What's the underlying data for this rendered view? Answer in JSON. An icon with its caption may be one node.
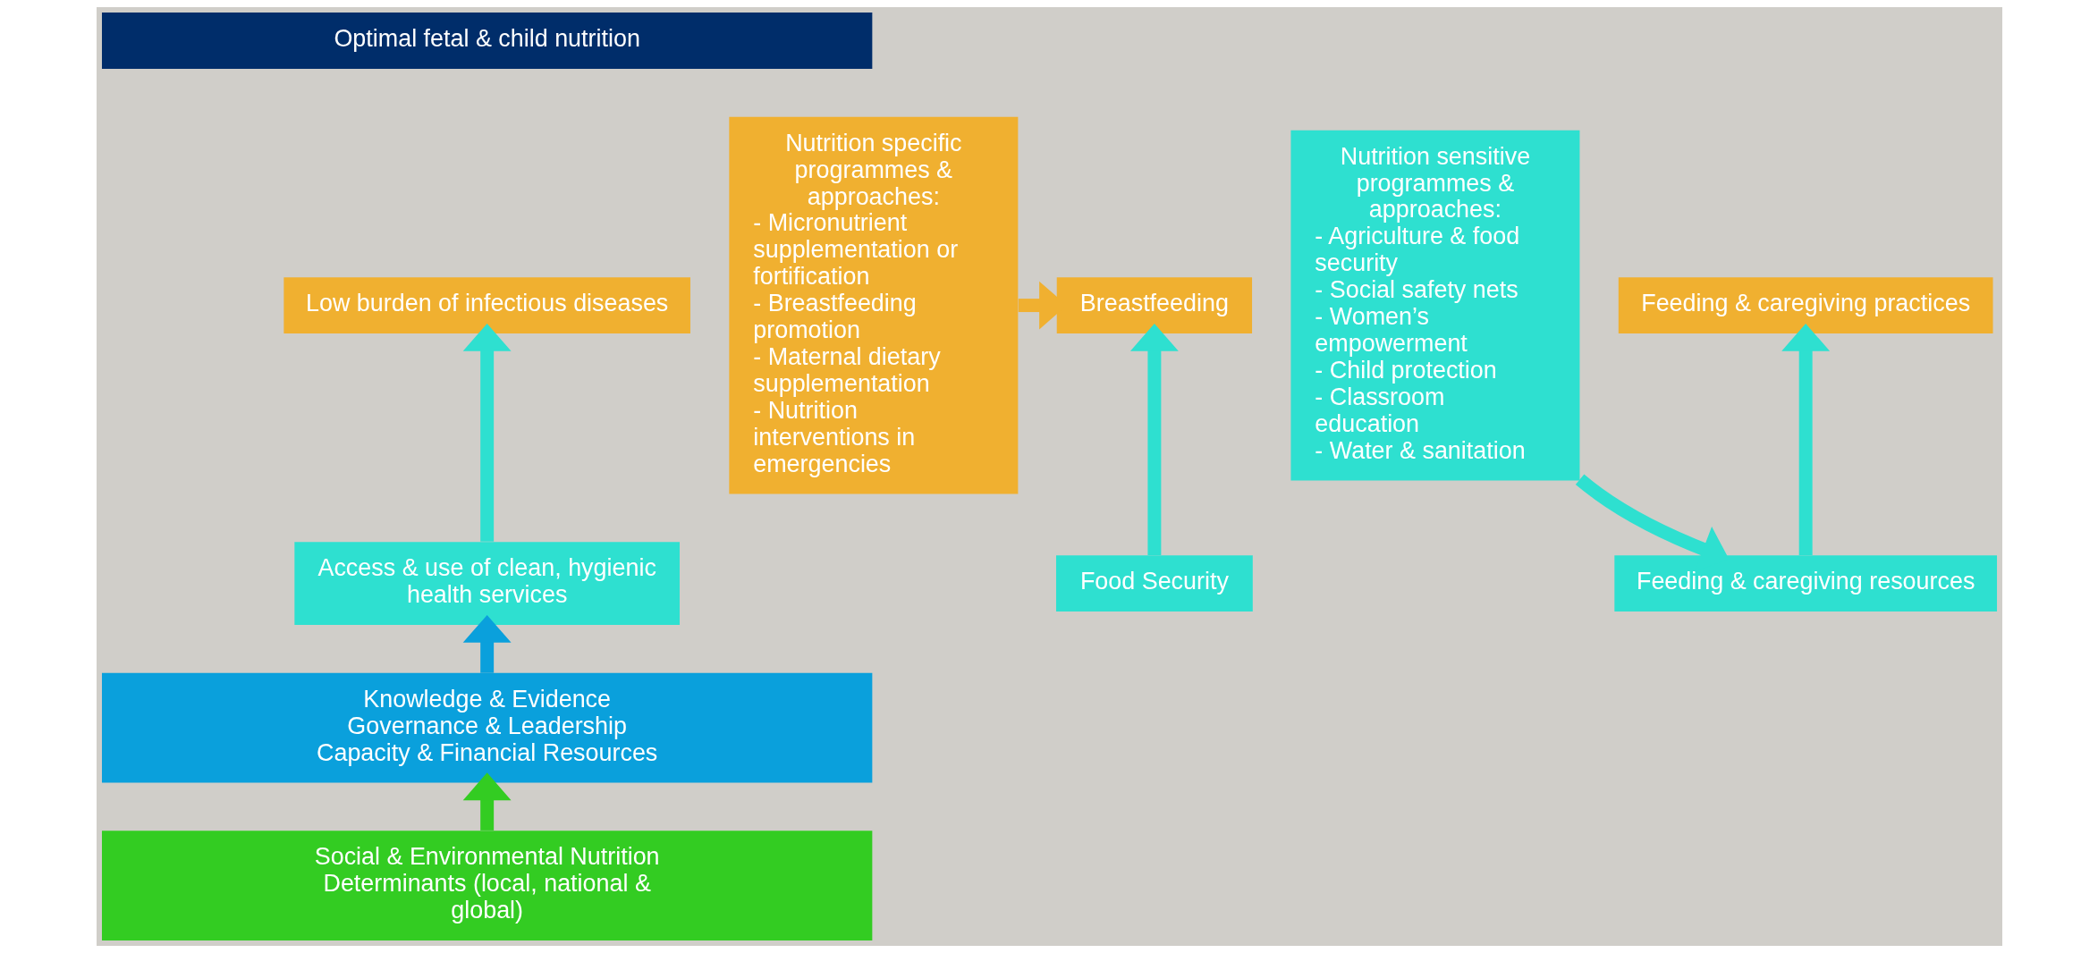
{
  "diagram": {
    "nodes": [
      {
        "text": [
          "Optimal fetal & child nutrition"
        ]
      },
      {
        "text": [
          "Nutrition specific programmes & approaches:",
          "- Micronutrient supplementation or fortification",
          "- Breastfeeding promotion",
          "- Maternal dietary supplementation",
          "- Nutrition interventions in emergencies"
        ]
      },
      {
        "text": [
          "Breastfeeding"
        ]
      },
      {
        "text": [
          "Low burden of infectious diseases"
        ]
      },
      {
        "text": [
          "Feeding & caregiving practices"
        ]
      },
      {
        "text": [
          "Nutrition sensitive programmes & approaches:",
          "- Agriculture & food security",
          "- Social safety nets",
          "- Women’s empowerment",
          "- Child protection",
          "- Classroom education",
          "- Water & sanitation"
        ]
      },
      {
        "text": [
          "Food Security"
        ]
      },
      {
        "text": [
          "Access & use of clean, hygienic health services"
        ]
      },
      {
        "text": [
          "Feeding & caregiving resources"
        ]
      },
      {
        "text": [
          "Knowledge & Evidence",
          "Governance & Leadership",
          "Capacity & Financial Resources"
        ]
      },
      {
        "text": [
          "Social & Environmental Nutrition Determinants (local, national & global)"
        ]
      }
    ],
    "edges": [
      {
        "from": 1,
        "to": 2,
        "arrow": "to",
        "color": "#f0b030"
      },
      {
        "from": 6,
        "to": 2,
        "arrow": "to"
      },
      {
        "from": 7,
        "to": 3,
        "arrow": "to"
      },
      {
        "from": 8,
        "to": 4,
        "arrow": "to"
      },
      {
        "from": 5,
        "to": 8,
        "arrow": "to"
      },
      {
        "from": 9,
        "to": 7,
        "arrow": "to",
        "color": "#0aa0dc"
      },
      {
        "from": 10,
        "to": 9,
        "arrow": "to",
        "color": "#33cc22"
      }
    ]
  }
}
